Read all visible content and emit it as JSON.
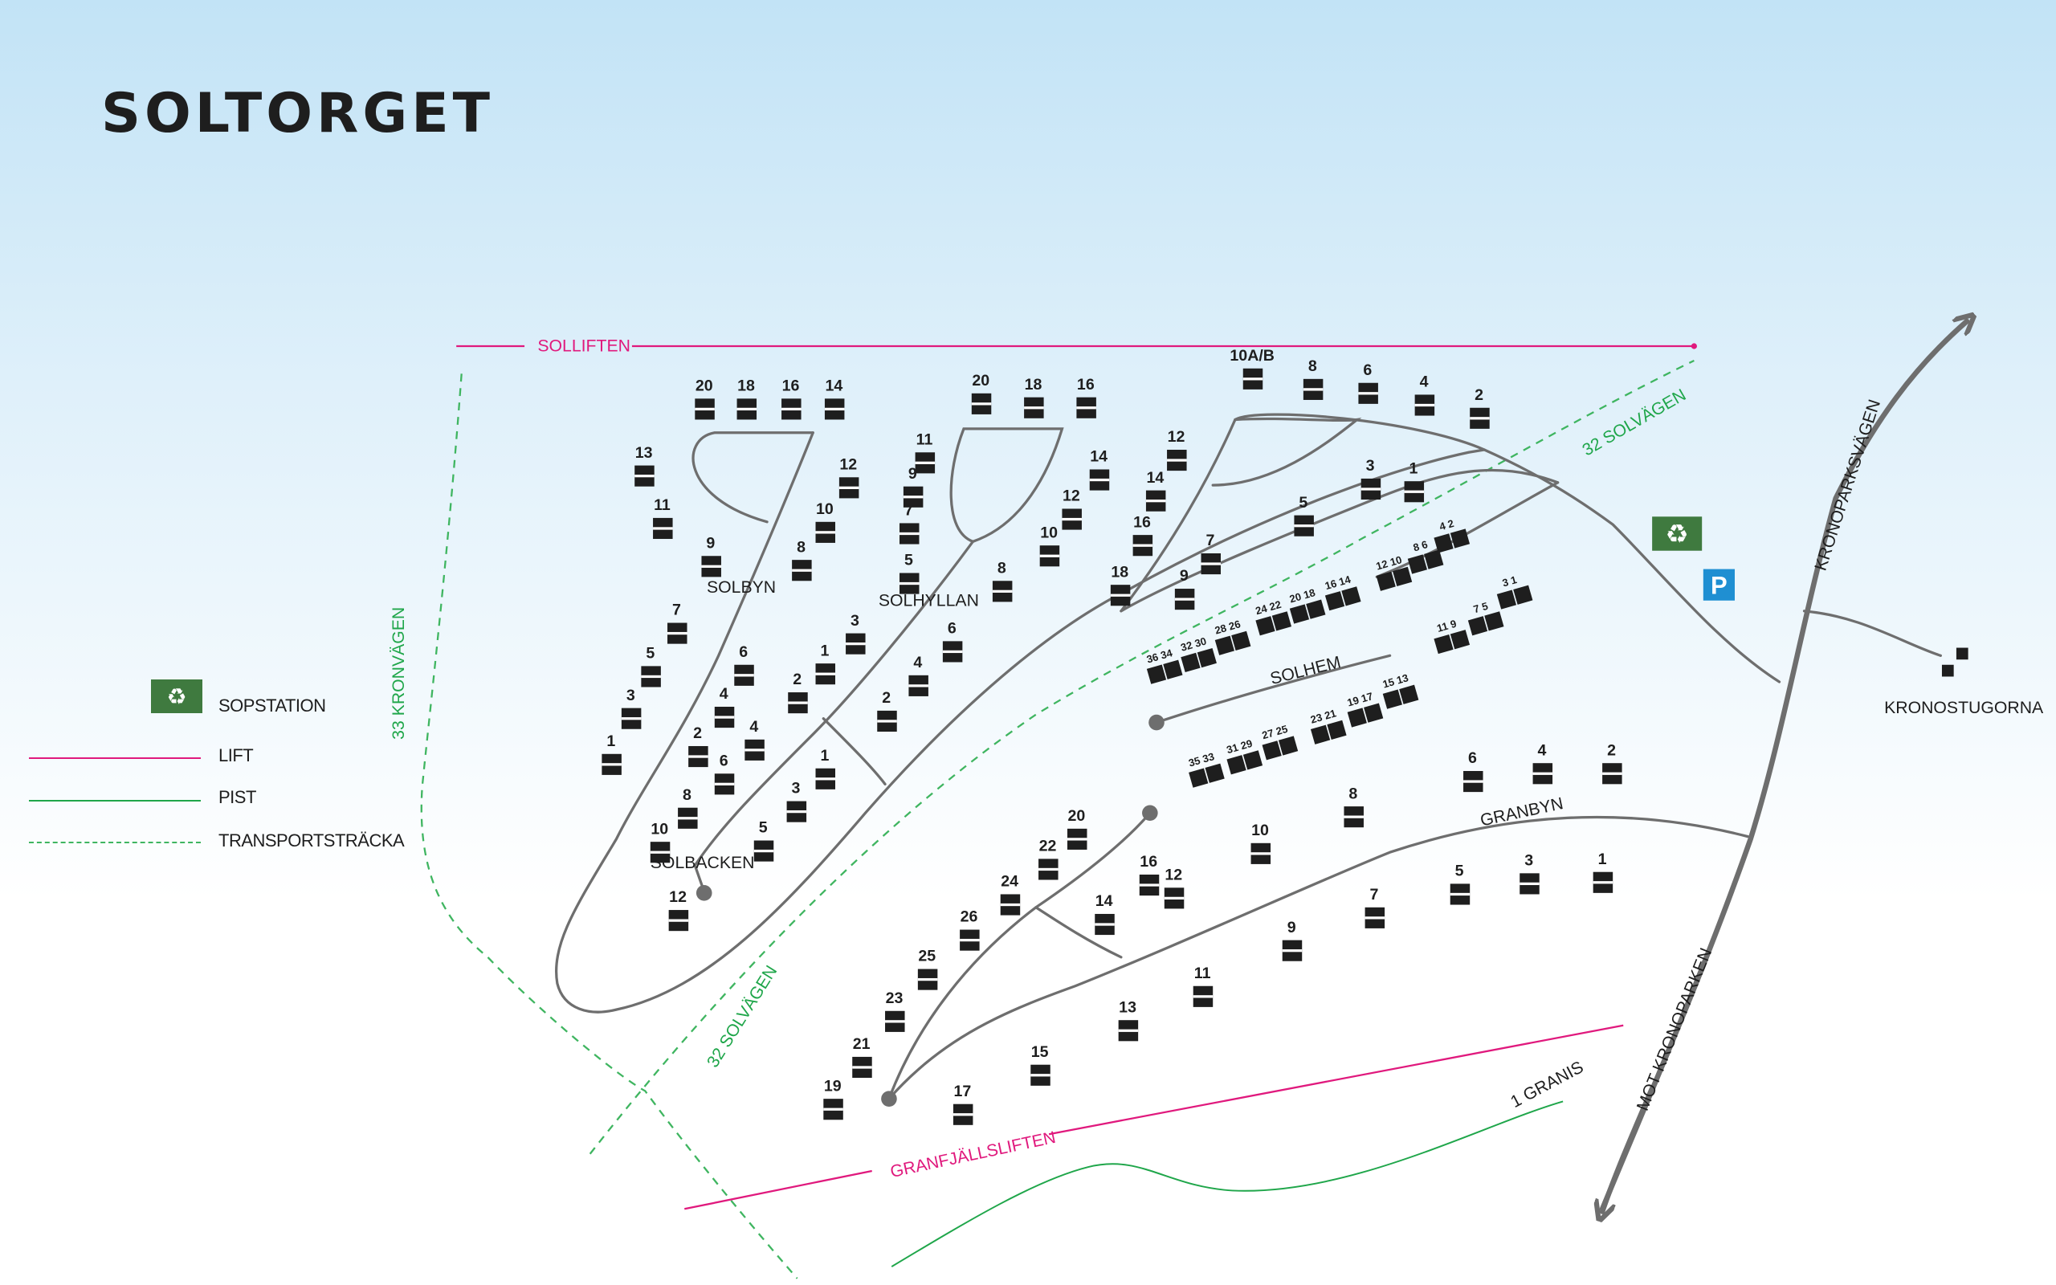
{
  "title": "SOLTORGET",
  "colors": {
    "lift": "#e0197d",
    "pist": "#1fa64a",
    "transport": "#3fb560",
    "road": "#6e6e6e",
    "cabin": "#1e1e1e",
    "recycle": "#3f7a3f",
    "parking": "#1f8fd2"
  },
  "legend": {
    "sopstation": "SOPSTATION",
    "lift": "LIFT",
    "pist": "PIST",
    "transport": "TRANSPORTSTRÄCKA"
  },
  "labels": {
    "solliften": "SOLLIFTEN",
    "granfjallsliften": "GRANFJÄLLSLIFTEN",
    "solvagen_top": "32 SOLVÄGEN",
    "solvagen_bottom": "32 SOLVÄGEN",
    "kronvagen": "33 KRONVÄGEN",
    "kronoparksvagen": "KRONOPARKSVÄGEN",
    "mot_kronoparken": "MOT KRONOPARKEN",
    "granis": "1 GRANIS",
    "kronostugorna": "KRONOSTUGORNA",
    "solbyn": "SOLBYN",
    "solhyllan": "SOLHYLLAN",
    "solbacken": "SOLBACKEN",
    "solhem": "SOLHEM",
    "granbyn": "GRANBYN"
  },
  "icons": {
    "recycle": "recycle-icon",
    "parking": "P"
  },
  "cabins": [
    [
      "20",
      "537",
      "298"
    ],
    [
      "18",
      "569",
      "298"
    ],
    [
      "16",
      "603",
      "298"
    ],
    [
      "14",
      "636",
      "298"
    ],
    [
      "13",
      "491",
      "349"
    ],
    [
      "12",
      "647",
      "358"
    ],
    [
      "11",
      "505",
      "389"
    ],
    [
      "10",
      "629",
      "392"
    ],
    [
      "9",
      "542",
      "418"
    ],
    [
      "8",
      "611",
      "421"
    ],
    [
      "7",
      "516",
      "469"
    ],
    [
      "6",
      "567",
      "501"
    ],
    [
      "5",
      "496",
      "502"
    ],
    [
      "4",
      "552",
      "533"
    ],
    [
      "3",
      "481",
      "534"
    ],
    [
      "2",
      "532",
      "563"
    ],
    [
      "1",
      "466",
      "569"
    ],
    [
      "20",
      "748",
      "294"
    ],
    [
      "18",
      "788",
      "297"
    ],
    [
      "16",
      "828",
      "297"
    ],
    [
      "14",
      "838",
      "352"
    ],
    [
      "11",
      "705",
      "339"
    ],
    [
      "12",
      "817",
      "382"
    ],
    [
      "9",
      "696",
      "365"
    ],
    [
      "7",
      "693",
      "393"
    ],
    [
      "10",
      "800",
      "410"
    ],
    [
      "5",
      "693",
      "431"
    ],
    [
      "8",
      "764",
      "437"
    ],
    [
      "3",
      "652",
      "477"
    ],
    [
      "6",
      "726",
      "483"
    ],
    [
      "1",
      "629",
      "500"
    ],
    [
      "4",
      "700",
      "509"
    ],
    [
      "2",
      "608",
      "522"
    ],
    [
      "2",
      "676",
      "536"
    ],
    [
      "4",
      "575",
      "558"
    ],
    [
      "1",
      "629",
      "580"
    ],
    [
      "6",
      "552",
      "584"
    ],
    [
      "3",
      "607",
      "605"
    ],
    [
      "8",
      "524",
      "610"
    ],
    [
      "5",
      "582",
      "635"
    ],
    [
      "10",
      "503",
      "636"
    ],
    [
      "12",
      "517",
      "688"
    ],
    [
      "10A/B",
      "955",
      "275"
    ],
    [
      "8",
      "1001",
      "283"
    ],
    [
      "6",
      "1043",
      "286"
    ],
    [
      "4",
      "1086",
      "295"
    ],
    [
      "2",
      "1128",
      "305"
    ],
    [
      "12",
      "897",
      "337"
    ],
    [
      "14",
      "881",
      "368"
    ],
    [
      "3",
      "1045",
      "359"
    ],
    [
      "1",
      "1078",
      "361"
    ],
    [
      "5",
      "994",
      "387"
    ],
    [
      "16",
      "871",
      "402"
    ],
    [
      "7",
      "923",
      "416"
    ],
    [
      "9",
      "903",
      "443"
    ],
    [
      "18",
      "854",
      "440"
    ],
    [
      "20",
      "821",
      "626"
    ],
    [
      "22",
      "799",
      "649"
    ],
    [
      "16",
      "876",
      "661"
    ],
    [
      "24",
      "770",
      "676"
    ],
    [
      "12",
      "895",
      "671"
    ],
    [
      "14",
      "842",
      "691"
    ],
    [
      "26",
      "739",
      "703"
    ],
    [
      "25",
      "707",
      "733"
    ],
    [
      "11",
      "917",
      "746"
    ],
    [
      "13",
      "860",
      "772"
    ],
    [
      "23",
      "682",
      "765"
    ],
    [
      "21",
      "657",
      "800"
    ],
    [
      "15",
      "793",
      "806"
    ],
    [
      "19",
      "635",
      "832"
    ],
    [
      "17",
      "734",
      "836"
    ],
    [
      "6",
      "1123",
      "582"
    ],
    [
      "4",
      "1176",
      "576"
    ],
    [
      "2",
      "1229",
      "576"
    ],
    [
      "8",
      "1032",
      "609"
    ],
    [
      "10",
      "961",
      "637"
    ],
    [
      "3",
      "1166",
      "660"
    ],
    [
      "1",
      "1222",
      "659"
    ],
    [
      "5",
      "1113",
      "668"
    ],
    [
      "7",
      "1048",
      "686"
    ],
    [
      "9",
      "985",
      "711"
    ]
  ],
  "solhem_groups": [
    [
      "36 34",
      "885",
      "503"
    ],
    [
      "32 30",
      "911",
      "494"
    ],
    [
      "28 26",
      "937",
      "481"
    ],
    [
      "24 22",
      "968",
      "466"
    ],
    [
      "20 18",
      "994",
      "457"
    ],
    [
      "16 14",
      "1021",
      "447"
    ],
    [
      "12 10",
      "1060",
      "432"
    ],
    [
      "8 6",
      "1084",
      "419"
    ],
    [
      "4 2",
      "1104",
      "403"
    ],
    [
      "11 9",
      "1104",
      "480"
    ],
    [
      "7 5",
      "1130",
      "466"
    ],
    [
      "3 1",
      "1152",
      "446"
    ],
    [
      "35 33",
      "917",
      "582"
    ],
    [
      "31 29",
      "946",
      "572"
    ],
    [
      "27 25",
      "973",
      "561"
    ],
    [
      "23 21",
      "1010",
      "549"
    ],
    [
      "19 17",
      "1038",
      "536"
    ],
    [
      "15 13",
      "1065",
      "522"
    ]
  ]
}
